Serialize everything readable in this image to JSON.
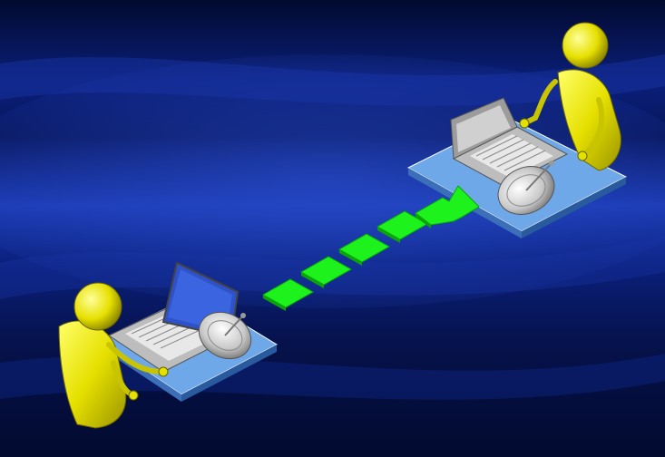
{
  "scene": {
    "description_label": "",
    "colors": {
      "background_dark": "#020a2e",
      "background_mid": "#0a1f7a",
      "background_light": "#1c3bb4",
      "figure_yellow": "#e6e000",
      "figure_shadow": "#9a9400",
      "desk_blue": "#6fa8e8",
      "desk_edge": "#3b6fb8",
      "laptop_body": "#bdbdbd",
      "laptop_screen": "#2f52c9",
      "dish_color": "#c8c8c8",
      "arrow_green": "#1df21d",
      "arrow_dark": "#0aa30a"
    },
    "icons": [
      "person-figure",
      "laptop-icon",
      "satellite-dish-icon",
      "data-transfer-arrow"
    ],
    "transfer_packets": 4
  }
}
